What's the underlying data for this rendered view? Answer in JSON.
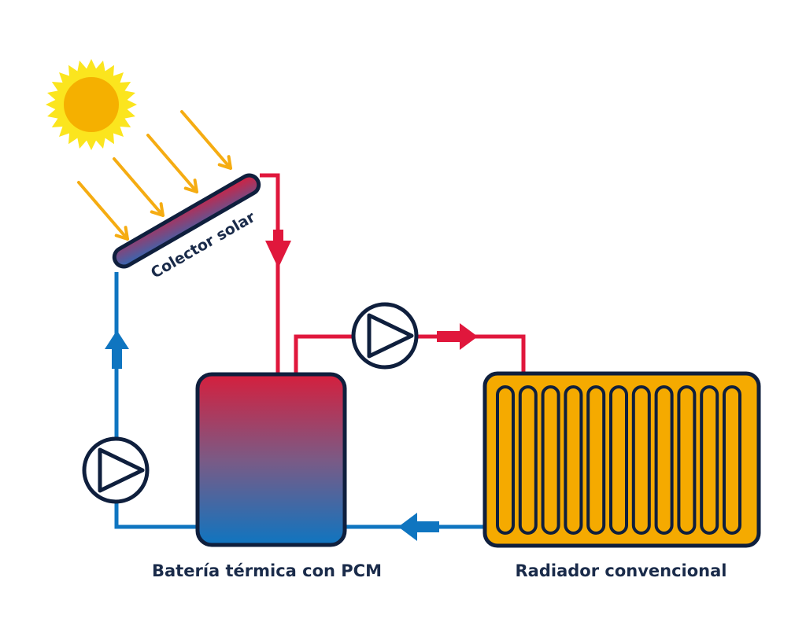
{
  "labels": {
    "collector": "Colector solar",
    "battery": "Batería térmica con PCM",
    "radiator": "Radiador convencional"
  },
  "colors": {
    "hot": "#e0173c",
    "cold": "#0f75c0",
    "outline": "#0f1f3d",
    "sun": "#f5b000",
    "sun_rays": "#fbe51e",
    "radiator_fill": "#f5aa00",
    "arrow_sun": "#f5ac12"
  },
  "icons": {
    "sun": "sun-icon",
    "pump": "pump-icon",
    "flow_arrow": "flow-arrow-icon"
  }
}
